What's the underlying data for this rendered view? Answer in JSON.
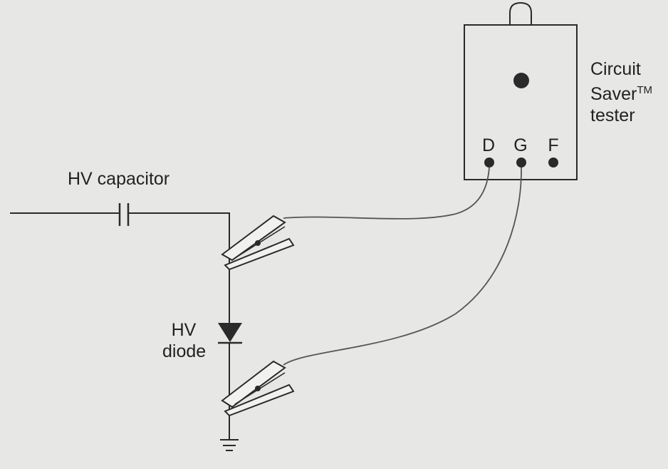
{
  "tester": {
    "label_line1": "Circuit",
    "label_line2_prefix": "Saver",
    "label_line2_sup": "TM",
    "label_line3": "tester",
    "terminals": [
      "D",
      "G",
      "F"
    ]
  },
  "capacitor": {
    "label": "HV capacitor"
  },
  "diode": {
    "label_line1": "HV",
    "label_line2": "diode"
  },
  "colors": {
    "background": "#e7e7e5",
    "ink": "#2a2a2a",
    "wire": "#555555"
  }
}
